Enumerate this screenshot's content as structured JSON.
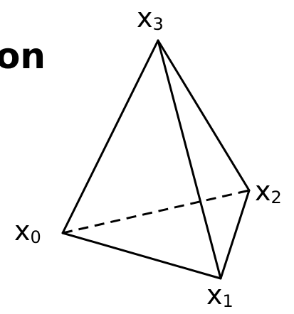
{
  "heading_fragment": "on",
  "vertices": [
    {
      "id": "x0",
      "letter": "x",
      "subscript": "0"
    },
    {
      "id": "x1",
      "letter": "x",
      "subscript": "1"
    },
    {
      "id": "x2",
      "letter": "x",
      "subscript": "2"
    },
    {
      "id": "x3",
      "letter": "x",
      "subscript": "3"
    }
  ],
  "edges": [
    {
      "from": "x0",
      "to": "x3",
      "style": "solid"
    },
    {
      "from": "x0",
      "to": "x1",
      "style": "solid"
    },
    {
      "from": "x1",
      "to": "x3",
      "style": "solid"
    },
    {
      "from": "x1",
      "to": "x2",
      "style": "solid"
    },
    {
      "from": "x2",
      "to": "x3",
      "style": "solid"
    },
    {
      "from": "x0",
      "to": "x2",
      "style": "dashed"
    }
  ],
  "colors": {
    "line": "#000000",
    "background": "#ffffff"
  }
}
